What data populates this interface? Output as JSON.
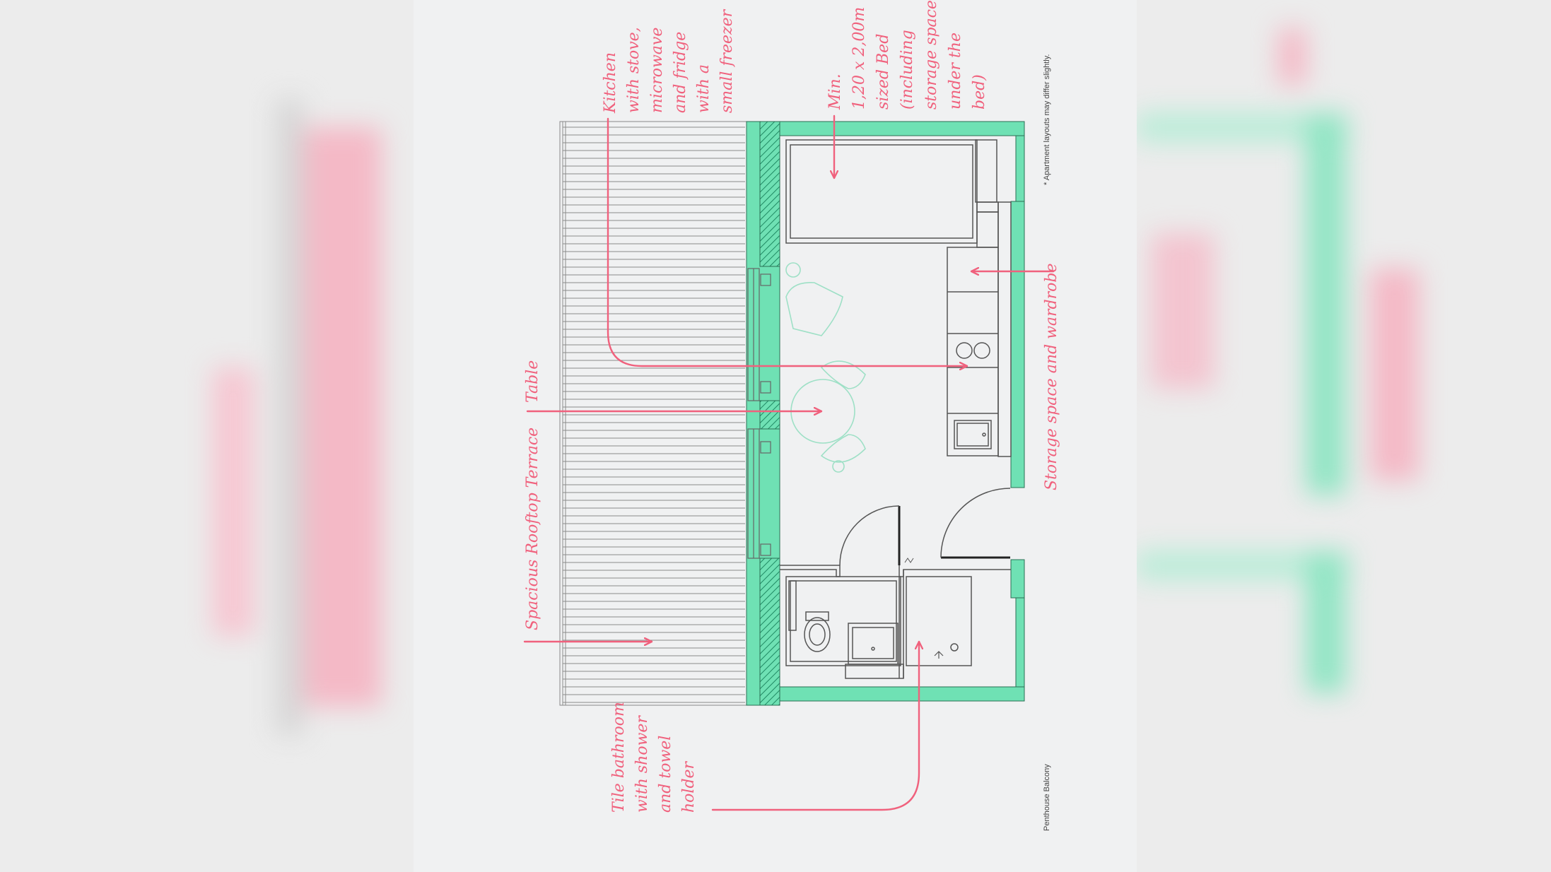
{
  "colors": {
    "wall": "#6fe1b4",
    "accent": "#f0617d",
    "line": "#555555",
    "furniture": "#9ee0c6",
    "sheet": "#f0f1f2"
  },
  "labels": {
    "kitchen": [
      "Kitchen",
      "with stove,",
      "microwave",
      "and fridge",
      "with a",
      "small freezer"
    ],
    "bed": [
      "Min.",
      "1,20 x 2,00m",
      "sized Bed",
      "(including",
      "storage space",
      "under the",
      "bed)"
    ],
    "storage": [
      "Storage space and wardrobe"
    ],
    "table": [
      "Table"
    ],
    "terrace": [
      "Spacious Rooftop Terrace"
    ],
    "bathroom": [
      "Tile bathroom",
      "with shower",
      "and towel",
      "holder"
    ]
  },
  "footnote": "* Apartment layouts may differ slightly.",
  "plan_name": "Penthouse Balcony"
}
